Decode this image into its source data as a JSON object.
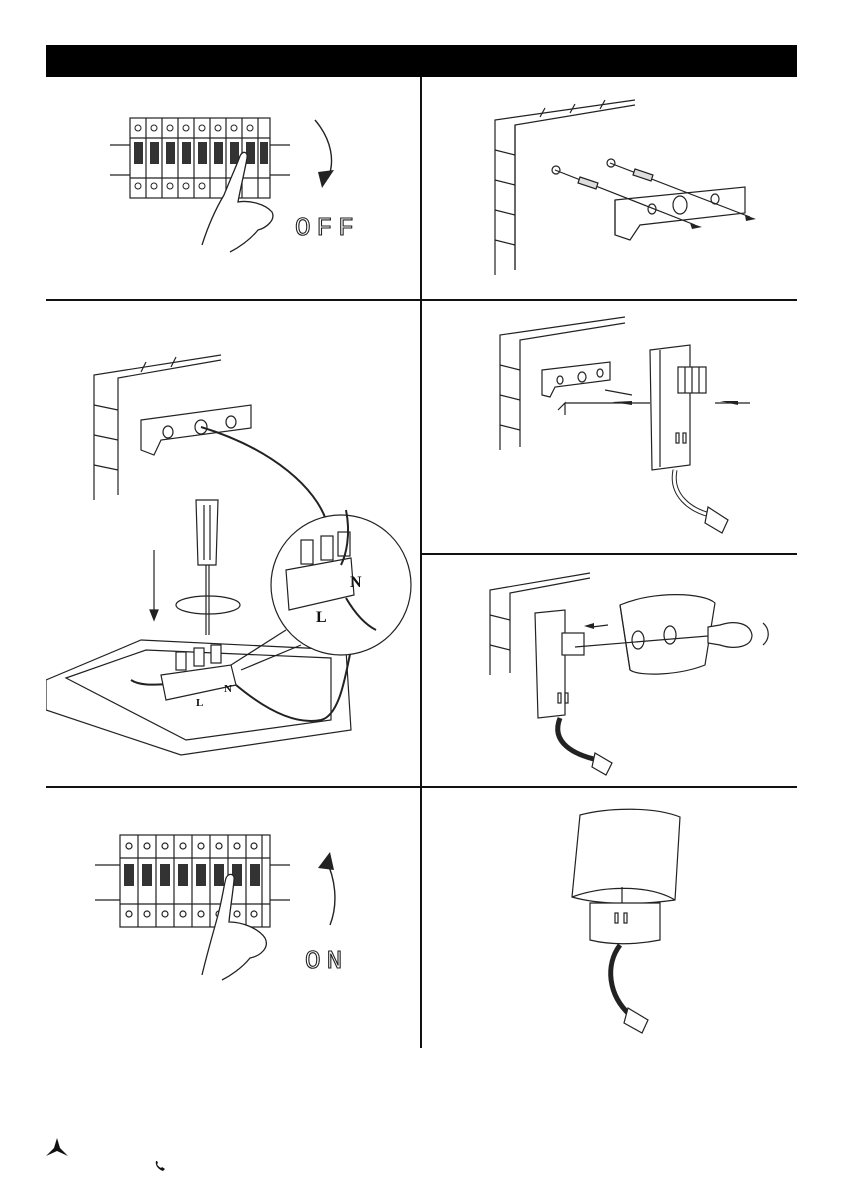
{
  "step1": {
    "switch_label": "OFF",
    "icon": "arrow-down-clockwise-icon"
  },
  "step3": {
    "terminal_left": "L",
    "terminal_right": "N"
  },
  "step7": {
    "switch_label": "ON",
    "icon": "arrow-up-counterclockwise-icon"
  },
  "footer": {
    "logo_icon": "tri-blade-logo-icon",
    "phone_icon": "phone-icon"
  }
}
